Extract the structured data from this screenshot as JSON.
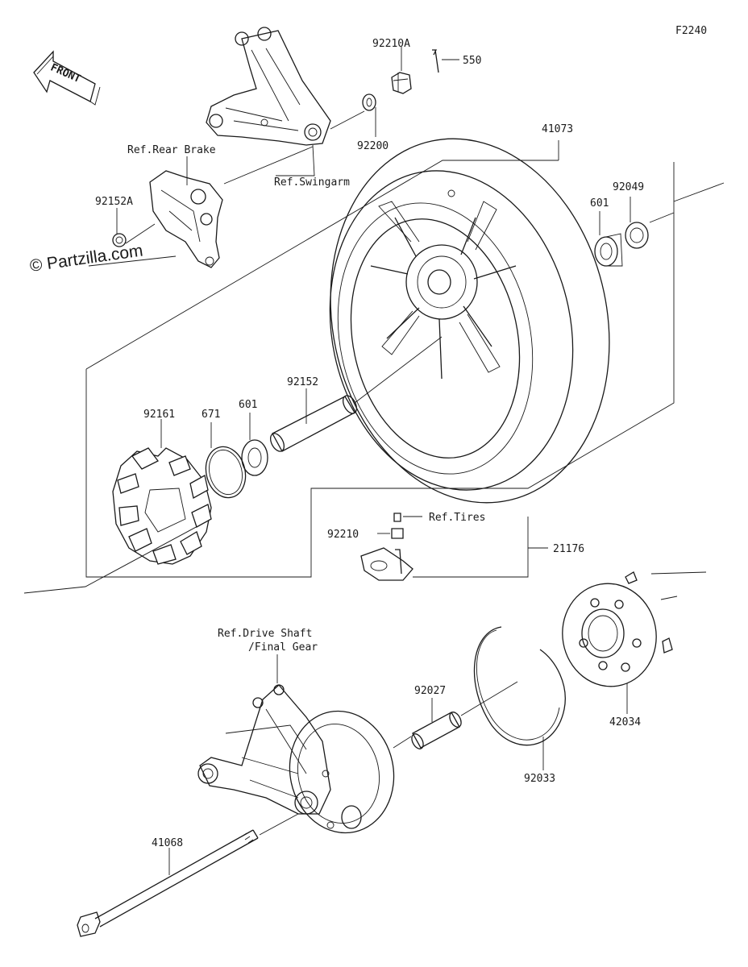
{
  "diagram_code": "F2240",
  "watermark": "© Partzilla.com",
  "front_arrow": {
    "text": "FRONT",
    "icon": "front-arrow-icon"
  },
  "callouts": {
    "p92210A": "92210A",
    "p550": "550",
    "p92200": "92200",
    "p41073": "41073",
    "ref_rear_brake": "Ref.Rear Brake",
    "ref_swingarm": "Ref.Swingarm",
    "p92152A": "92152A",
    "p92049": "92049",
    "p601_right": "601",
    "p92161": "92161",
    "p671": "671",
    "p601_left": "601",
    "p92152": "92152",
    "ref_tires": "Ref.Tires",
    "p92210": "92210",
    "p21176": "21176",
    "ref_drive_shaft_1": "Ref.Drive Shaft",
    "ref_drive_shaft_2": "/Final Gear",
    "p92027": "92027",
    "p42034": "42034",
    "p92033": "92033",
    "p41068": "41068"
  }
}
